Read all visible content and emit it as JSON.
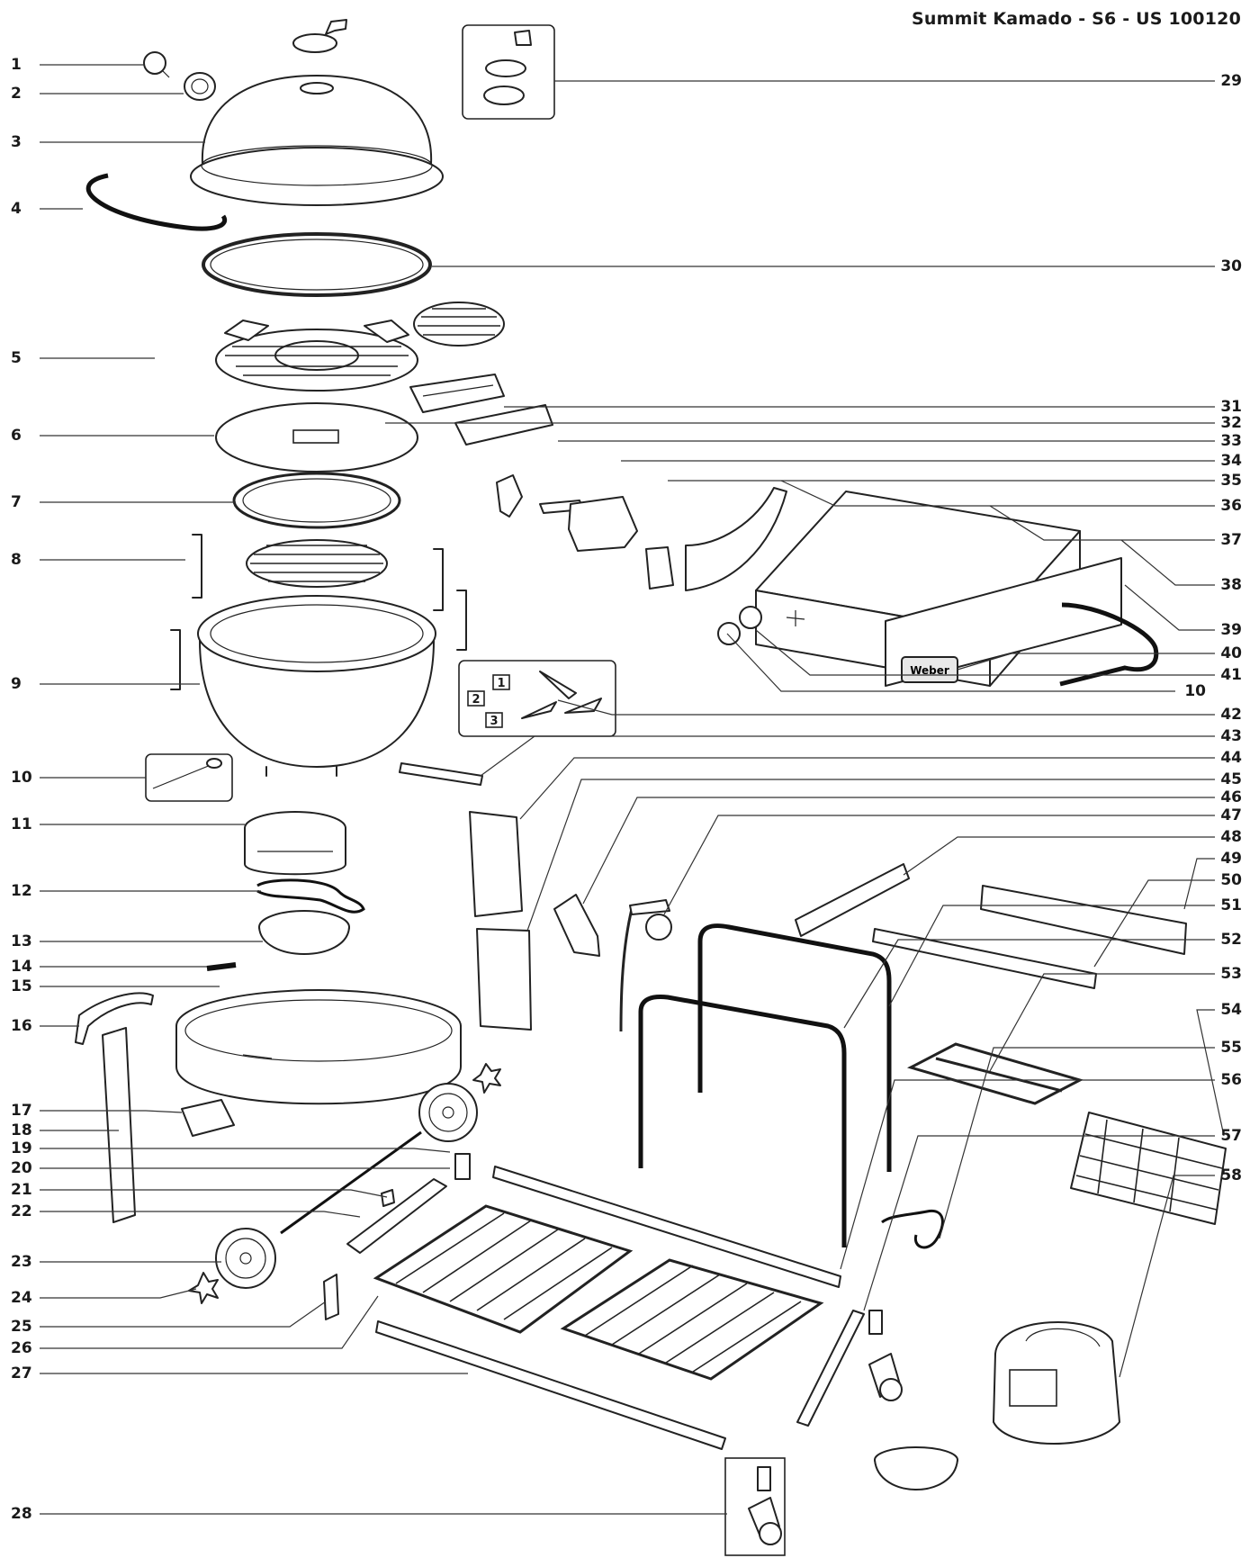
{
  "title": "Summit Kamado - S6 - US 100120",
  "inset_sub_labels": [
    "1",
    "2",
    "3"
  ],
  "logo_text": "Weber",
  "callouts_left": [
    "1",
    "2",
    "3",
    "4",
    "5",
    "6",
    "7",
    "8",
    "9",
    "10",
    "11",
    "12",
    "13",
    "14",
    "15",
    "16",
    "17",
    "18",
    "19",
    "20",
    "21",
    "22",
    "23",
    "24",
    "25",
    "26",
    "27",
    "28"
  ],
  "callouts_right": [
    "29",
    "30",
    "31",
    "32",
    "33",
    "34",
    "35",
    "36",
    "37",
    "38",
    "39",
    "40",
    "41",
    "10",
    "42",
    "43",
    "44",
    "45",
    "46",
    "47",
    "48",
    "49",
    "50",
    "51",
    "52",
    "53",
    "54",
    "55",
    "56",
    "57",
    "58"
  ]
}
